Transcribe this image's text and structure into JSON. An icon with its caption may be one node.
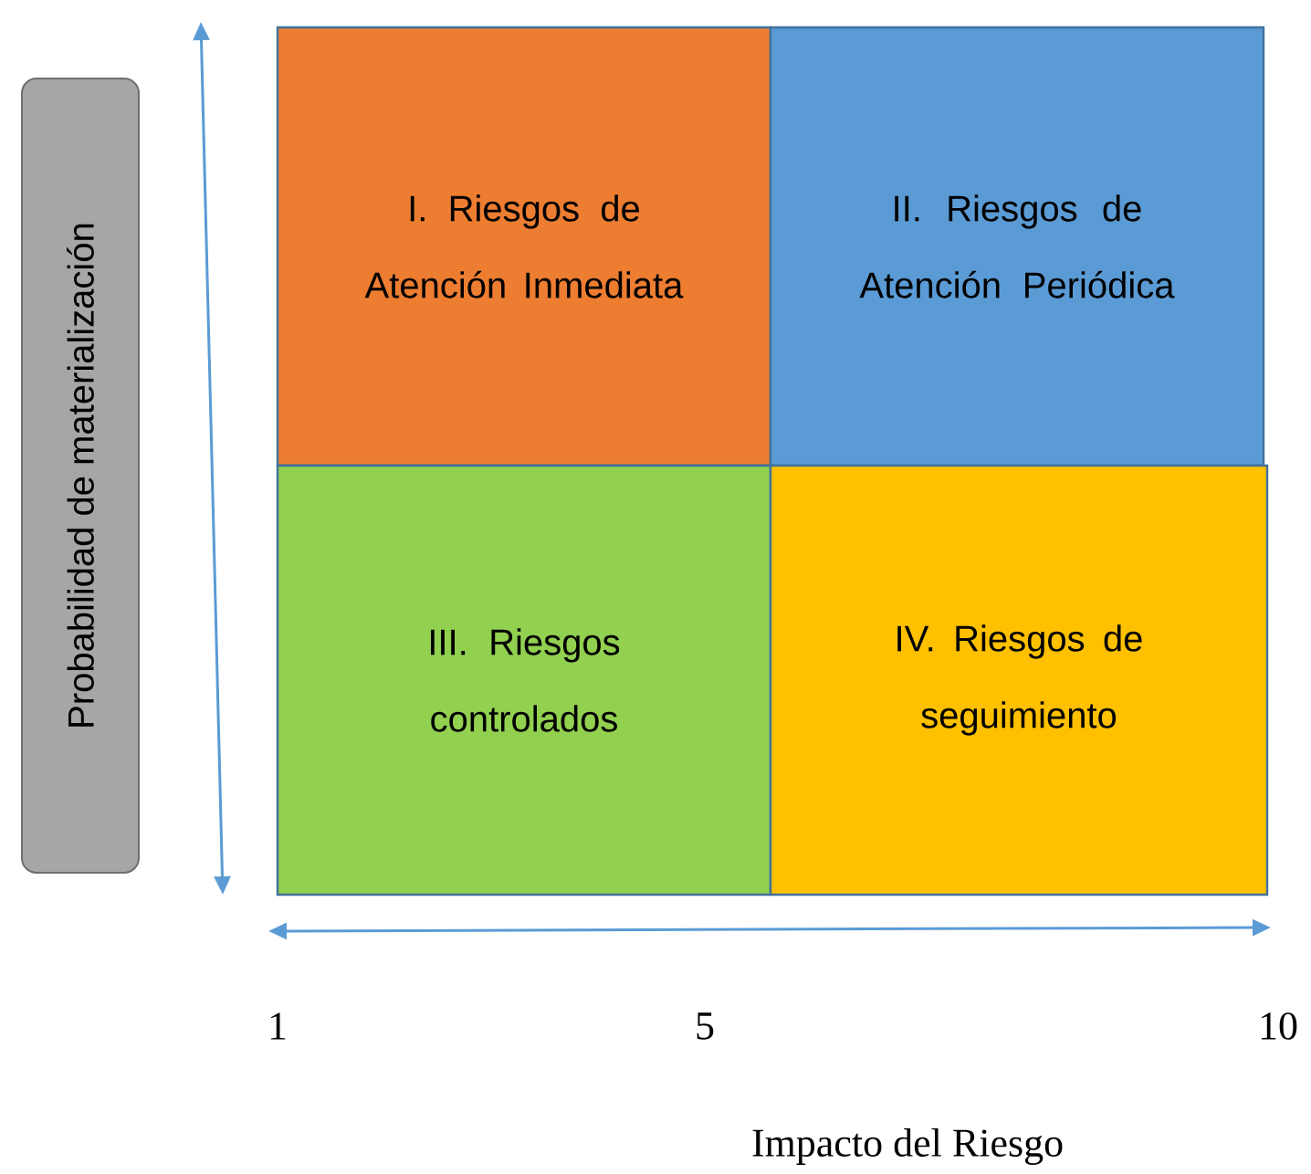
{
  "diagram": {
    "nodes": [
      {
        "text": [
          "I. Riesgos de Atención Inmediata"
        ]
      },
      {
        "text": [
          "II. Riesgos de Atención Periódica"
        ]
      },
      {
        "text": [
          "III. Riesgos controlados"
        ]
      },
      {
        "text": [
          "IV. Riesgos de seguimiento"
        ]
      },
      {
        "text": [
          "Probabilidad de materialización"
        ]
      }
    ],
    "labels": [
      "1",
      "5",
      "10",
      "Impacto del Riesgo"
    ]
  }
}
